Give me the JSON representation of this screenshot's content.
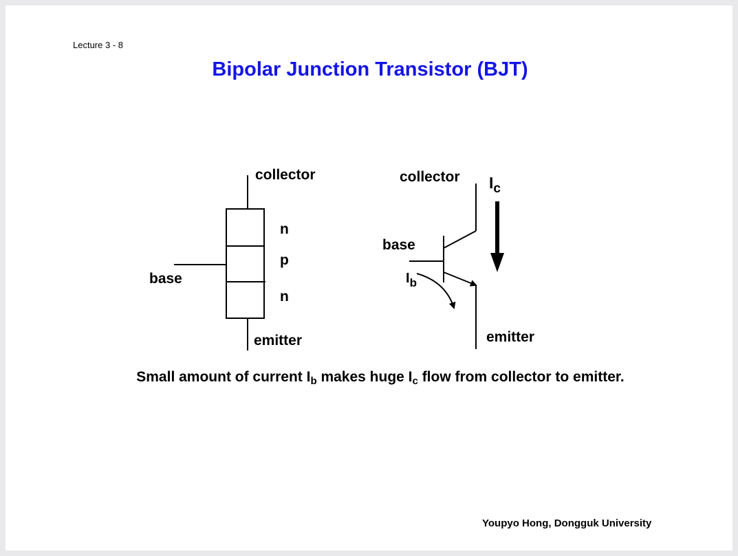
{
  "slide": {
    "lecture_label": "Lecture 3 - 8",
    "title": "Bipolar Junction Transistor (BJT)",
    "footer": "Youpyo Hong, Dongguk University"
  },
  "npn_diagram": {
    "collector_label": "collector",
    "base_label": "base",
    "emitter_label": "emitter",
    "layers": [
      "n",
      "p",
      "n"
    ]
  },
  "symbol_diagram": {
    "collector_label": "collector",
    "base_label": "base",
    "emitter_label": "emitter",
    "collector_current": {
      "main": "I",
      "sub": "c"
    },
    "base_current": {
      "main": "I",
      "sub": "b"
    }
  },
  "caption": {
    "part1": "Small amount of current I",
    "sub1": "b",
    "part2": " makes huge I",
    "sub2": "c",
    "part3": " flow from collector to emitter."
  },
  "colors": {
    "title": "#1414e6",
    "background": "#e9e9ec",
    "slide": "#ffffff"
  }
}
